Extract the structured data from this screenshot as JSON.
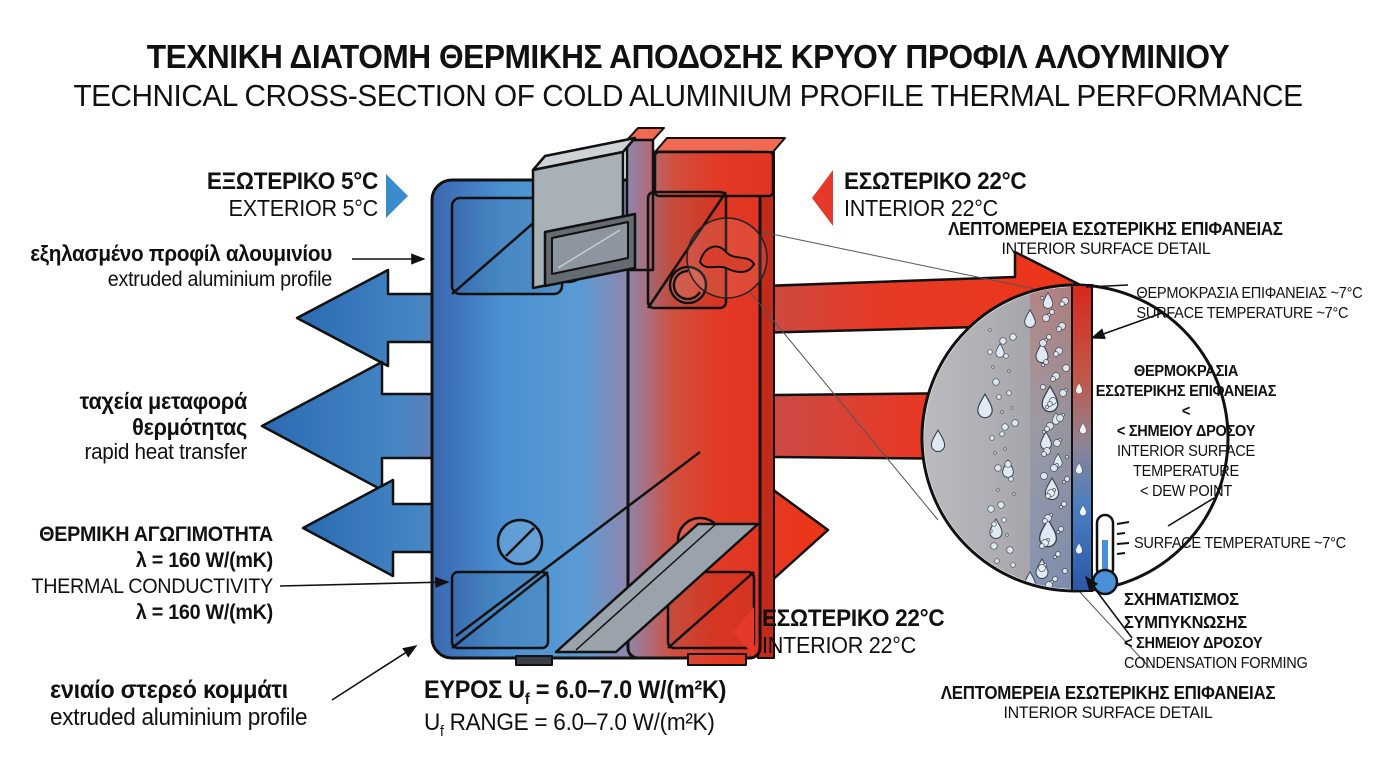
{
  "title": {
    "greek": "ΤΕΧΝΙΚΗ ΔΙΑΤΟΜΗ ΘΕΡΜΙΚΗΣ ΑΠΟΔΟΣΗΣ ΚΡΥΟΥ ΠΡΟΦΙΛ ΑΛΟΥΜΙΝΙΟΥ",
    "english": "TECHNICAL CROSS-SECTION OF COLD ALUMINIUM PROFILE THERMAL PERFORMANCE"
  },
  "labels": {
    "exterior": {
      "greek": "ΕΞΩΤΕΡΙΚΟ 5°C",
      "english": "EXTERIOR 5°C"
    },
    "extruded_profile": {
      "greek": "εξηλασμένο προφίλ αλουμινίου",
      "english": "extruded aluminium profile"
    },
    "rapid_heat": {
      "greek_line1": "ταχεία μεταφορά",
      "greek_line2": "θερμότητας",
      "english": "rapid heat transfer"
    },
    "conductivity": {
      "greek": "ΘΕΡΜΙΚΗ ΑΓΩΓΙΜΟΤΗΤΑ",
      "value": "λ = 160 W/(mK)",
      "english": "THERMAL CONDUCTIVITY",
      "value2": "λ = 160 W/(mK)"
    },
    "solid_piece": {
      "greek": "ενιαίο στερεό κομμάτι",
      "english": "extruded aluminium profile"
    },
    "uf_range": {
      "greek_pre": "ΕΥΡΟΣ U",
      "sub": "f",
      "greek_post": " = 6.0–7.0 W/(m²K)",
      "english_pre": "U",
      "english_post": " RANGE = 6.0–7.0 W/(m²K)"
    },
    "interior_top": {
      "greek": "ΕΣΩΤΕΡΙΚΟ 22°C",
      "english": "INTERIOR 22°C"
    },
    "interior_bottom": {
      "greek": "ΕΣΩΤΕΡΙΚΟ 22°C",
      "english": "INTERIOR 22°C"
    }
  },
  "detail": {
    "header_top": {
      "greek": "ΛΕΠΤΟΜΕΡΕΙΑ ΕΣΩΤΕΡΙΚΗΣ ΕΠΙΦΑΝΕΙΑΣ",
      "english": "INTERIOR SURFACE DETAIL"
    },
    "surface_temp": {
      "greek": "ΘΕΡΜΟΚΡΑΣΙΑ ΕΠΙΦΑΝΕΙΑΣ ~7°C",
      "english": "SURFACE TEMPERATURE ~7°C"
    },
    "dew_point": {
      "greek_line1": "ΘΕΡΜΟΚΡΑΣΙΑ",
      "greek_line2": "ΕΣΩΤΕΡΙΚΗΣ ΕΠΙΦΑΝΕΙΑΣ",
      "greek_line3": "<",
      "greek_line4": "< ΣΗΜΕΙΟΥ ΔΡΟΣΟΥ",
      "english_line1": "INTERIOR SURFACE",
      "english_line2": "TEMPERATURE",
      "english_line3": "< DEW POINT"
    },
    "thermometer": {
      "english": "SURFACE TEMPERATURE ~7°C"
    },
    "condensation": {
      "greek_line1": "ΣΧΗΜΑΤΙΣΜΟΣ",
      "greek_line2": "ΣΥΜΠΥΚΝΩΣΗΣ",
      "greek_line3": "< ΣΗΜΕΙΟΥ ΔΡΟΣΟΥ",
      "english": "CONDENSATION FORMING"
    },
    "header_bottom": {
      "greek": "ΛΕΠΤΟΜΕΡΕΙΑ ΕΣΩΤΕΡΙΚΗΣ ΕΠΙΦΑΝΕΙΑΣ",
      "english": "INTERIOR SURFACE DETAIL"
    }
  },
  "colors": {
    "cold_blue": "#3b8ccd",
    "warm_red": "#e6392a",
    "profile_blue": "#3a67b0",
    "profile_red": "#e03322",
    "aluminium_gray": "#a8b0b8",
    "text": "#111111"
  }
}
